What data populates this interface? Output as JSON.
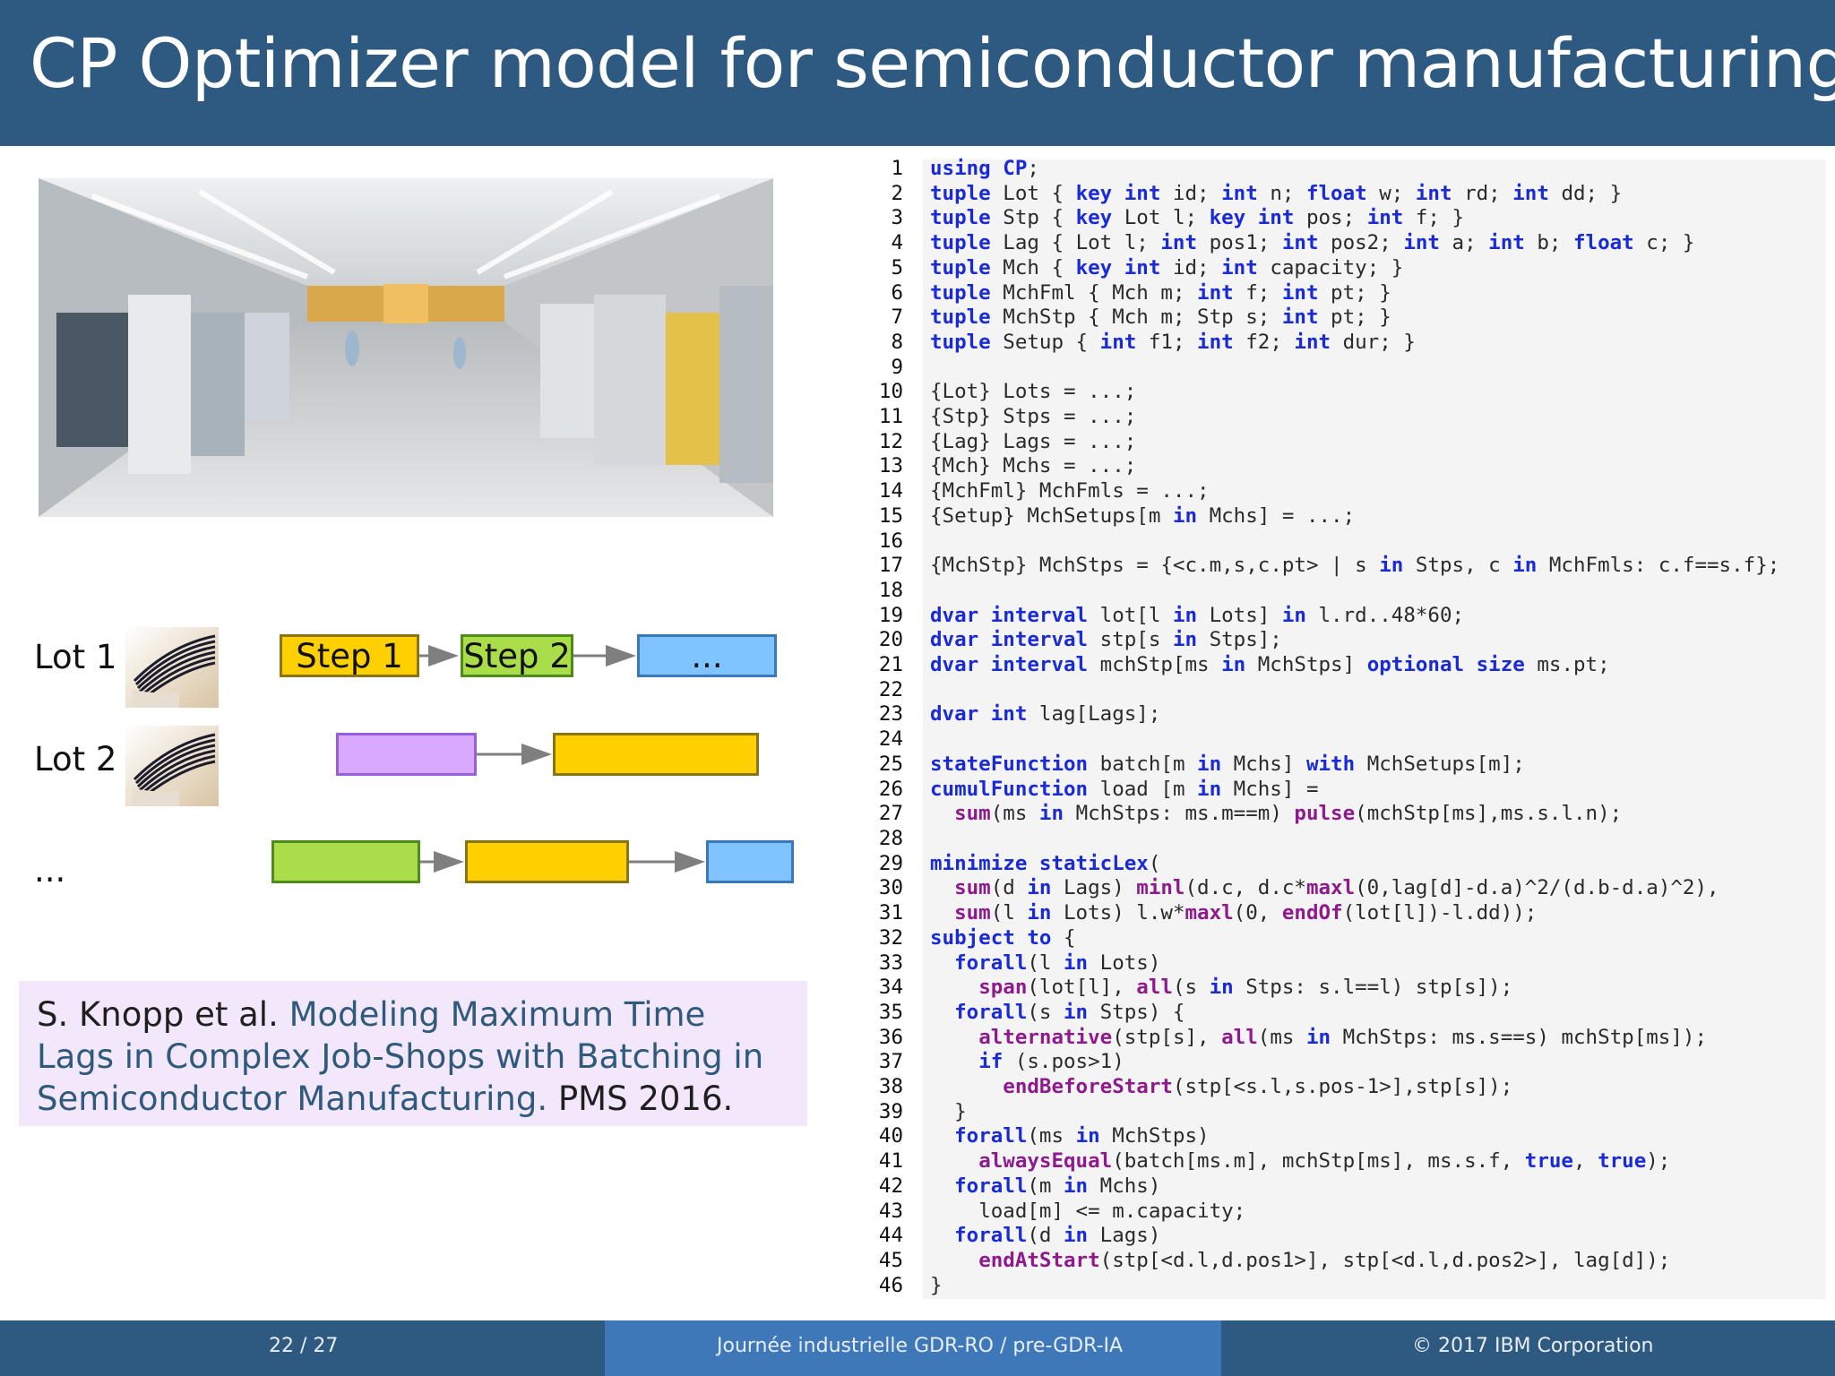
{
  "slide": {
    "title": "CP Optimizer model for semiconductor manufacturing"
  },
  "diagram": {
    "lots": [
      {
        "label": "Lot 1"
      },
      {
        "label": "Lot 2"
      },
      {
        "label": "..."
      }
    ],
    "steps": {
      "lot1_step1": "Step 1",
      "lot1_step2": "Step 2",
      "lot1_more": "..."
    }
  },
  "reference": {
    "authors": "S. Knopp et al.",
    "title": "Modeling Maximum Time Lags in Complex Job-Shops with Batching in Semiconductor Manufacturing.",
    "venue": "PMS 2016."
  },
  "footer": {
    "page": "22 / 27",
    "event": "Journée industrielle GDR-RO / pre-GDR-IA",
    "copyright": "© 2017 IBM Corporation"
  },
  "code_lines": [
    "using CP;",
    "tuple Lot { key int id; int n; float w; int rd; int dd; }",
    "tuple Stp { key Lot l; key int pos; int f; }",
    "tuple Lag { Lot l; int pos1; int pos2; int a; int b; float c; }",
    "tuple Mch { key int id; int capacity; }",
    "tuple MchFml { Mch m; int f; int pt; }",
    "tuple MchStp { Mch m; Stp s; int pt; }",
    "tuple Setup { int f1; int f2; int dur; }",
    "",
    "{Lot} Lots = ...;",
    "{Stp} Stps = ...;",
    "{Lag} Lags = ...;",
    "{Mch} Mchs = ...;",
    "{MchFml} MchFmls = ...;",
    "{Setup} MchSetups[m in Mchs] = ...;",
    "",
    "{MchStp} MchStps = {<c.m,s,c.pt> | s in Stps, c in MchFmls: c.f==s.f};",
    "",
    "dvar interval lot[l in Lots] in l.rd..48*60;",
    "dvar interval stp[s in Stps];",
    "dvar interval mchStp[ms in MchStps] optional size ms.pt;",
    "",
    "dvar int lag[Lags];",
    "",
    "stateFunction batch[m in Mchs] with MchSetups[m];",
    "cumulFunction load [m in Mchs] =",
    "  sum(ms in MchStps: ms.m==m) pulse(mchStp[ms],ms.s.l.n);",
    "",
    "minimize staticLex(",
    "  sum(d in Lags) minl(d.c, d.c*maxl(0,lag[d]-d.a)^2/(d.b-d.a)^2),",
    "  sum(l in Lots) l.w*maxl(0, endOf(lot[l])-l.dd));",
    "subject to {",
    "  forall(l in Lots)",
    "    span(lot[l], all(s in Stps: s.l==l) stp[s]);",
    "  forall(s in Stps) {",
    "    alternative(stp[s], all(ms in MchStps: ms.s==s) mchStp[ms]);",
    "    if (s.pos>1)",
    "      endBeforeStart(stp[<s.l,s.pos-1>],stp[s]);",
    "  }",
    "  forall(ms in MchStps)",
    "    alwaysEqual(batch[ms.m], mchStp[ms], ms.s.f, true, true);",
    "  forall(m in Mchs)",
    "    load[m] <= m.capacity;",
    "  forall(d in Lags)",
    "    endAtStart(stp[<d.l,d.pos1>], stp[<d.l,d.pos2>], lag[d]);",
    "}"
  ],
  "code_keywords": [
    "using",
    "tuple",
    "key",
    "int",
    "float",
    "dvar",
    "interval",
    "in",
    "optional",
    "size",
    "stateFunction",
    "cumulFunction",
    "with",
    "minimize",
    "staticLex",
    "subject",
    "to",
    "forall",
    "if",
    "true",
    "CP"
  ],
  "code_functions": [
    "sum",
    "pulse",
    "minl",
    "maxl",
    "endOf",
    "span",
    "all",
    "alternative",
    "endBeforeStart",
    "alwaysEqual",
    "endAtStart"
  ]
}
